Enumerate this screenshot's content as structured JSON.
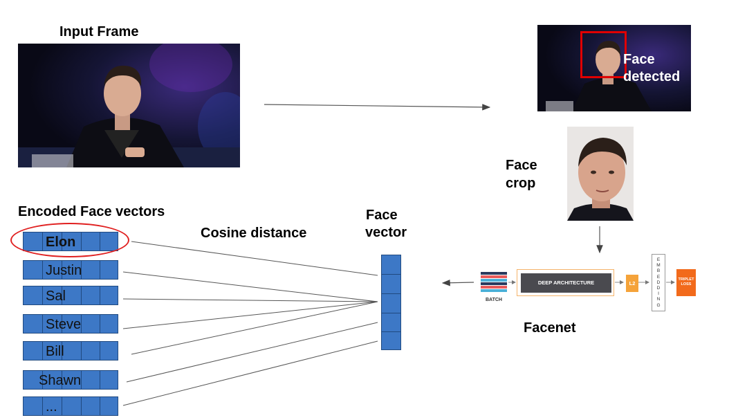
{
  "labels": {
    "input_frame": "Input Frame",
    "face_detected_line1": "Face",
    "face_detected_line2": "detected",
    "face_crop_line1": "Face",
    "face_crop_line2": "crop",
    "encoded_vectors": "Encoded Face vectors",
    "cosine_distance": "Cosine distance",
    "face_vector_line1": "Face",
    "face_vector_line2": "vector",
    "facenet": "Facenet"
  },
  "encoded_names": [
    "Elon",
    "Justin",
    "Sal",
    "Steve",
    "Bill",
    "Shawn",
    "..."
  ],
  "facenet": {
    "batch": "BATCH",
    "deep_architecture": "DEEP ARCHITECTURE",
    "l2": "L2",
    "embedding_letters": [
      "E",
      "M",
      "B",
      "E",
      "D",
      "D",
      "I",
      "N",
      "G"
    ],
    "triplet_line1": "TRIPLET",
    "triplet_line2": "LOSS"
  },
  "colors": {
    "vector_blue": "#3d78c6",
    "match_circle": "#e02020",
    "detect_box": "#e00000",
    "l2_orange": "#f5a33a",
    "triplet_orange": "#f26a1b",
    "deep_arch_gray": "#4a4a4f"
  }
}
